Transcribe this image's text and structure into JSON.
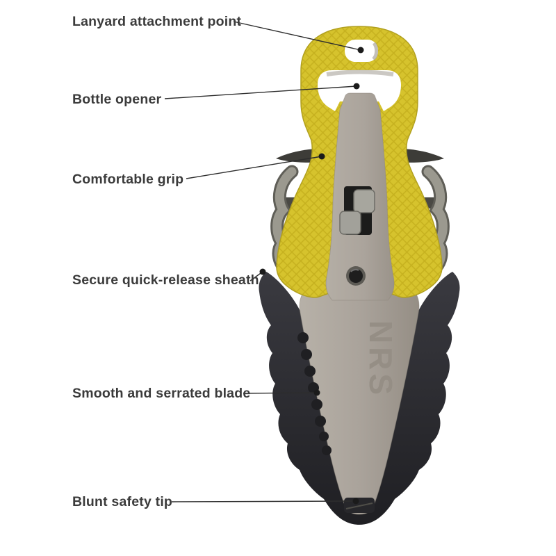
{
  "callouts": [
    {
      "label": "Lanyard attachment point"
    },
    {
      "label": "Bottle opener"
    },
    {
      "label": "Comfortable grip"
    },
    {
      "label": "Secure quick-release sheath"
    },
    {
      "label": "Smooth and serrated blade"
    },
    {
      "label": "Blunt safety tip"
    }
  ],
  "product": {
    "brand_marking": "NRS",
    "colors": {
      "handle_yellow": "#d5c22c",
      "handle_hatch": "#c3ae1c",
      "body_gray": "#a8a199",
      "sheath_black": "#2b2b2f",
      "clip_gray": "#9b998f",
      "label_text": "#3b3b3b",
      "callout_line": "#2d2d2d",
      "background": "#ffffff"
    }
  }
}
